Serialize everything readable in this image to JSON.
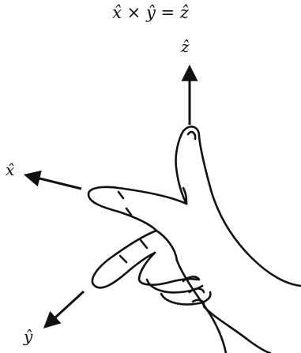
{
  "equation": "x̂ × ŷ = ẑ",
  "axes": {
    "z_label": "ẑ",
    "x_label": "x̂",
    "y_label": "ŷ"
  },
  "ink_color": "#111111"
}
